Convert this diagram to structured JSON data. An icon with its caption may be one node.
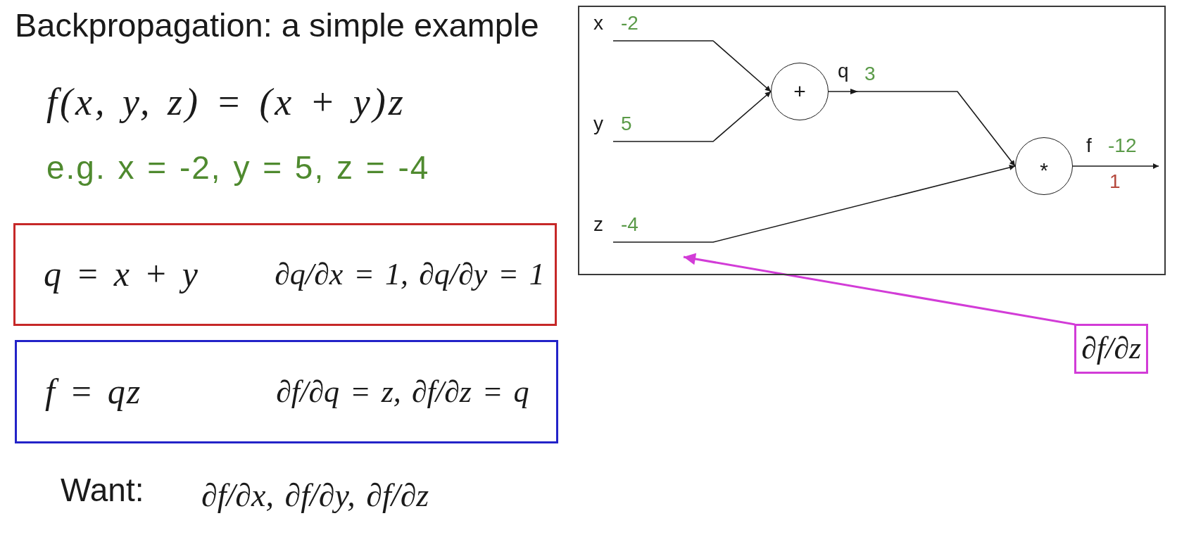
{
  "diagram": {
    "title": "Backpropagation: a simple example",
    "nodes": [
      {
        "text": [
          "q = x + y",
          "∂q/∂x = 1, ∂q/∂y = 1"
        ]
      },
      {
        "text": [
          "f = qz",
          "∂f/∂q = z, ∂f/∂z = q"
        ]
      },
      {
        "text": [],
        "shape": "box"
      },
      {
        "text": [
          "x",
          "-2"
        ],
        "in": 2
      },
      {
        "text": [
          "y",
          "5"
        ],
        "in": 2
      },
      {
        "text": [
          "z",
          "-4"
        ],
        "in": 2
      },
      {
        "text": [
          "+"
        ],
        "in": 2,
        "beside": [
          "q",
          "3"
        ]
      },
      {
        "text": [
          "*"
        ],
        "in": 2,
        "beside": [
          "f",
          "-12",
          "1"
        ]
      },
      {
        "text": [
          "∂f/∂z"
        ]
      }
    ],
    "edges": [
      {
        "from": 3,
        "to": 6,
        "arrow": "to"
      },
      {
        "from": 4,
        "to": 6,
        "arrow": "to"
      },
      {
        "from": 6,
        "to": 7,
        "arrow": "to"
      },
      {
        "from": 5,
        "to": 7,
        "arrow": "to"
      },
      {
        "from": 7,
        "to": null,
        "arrow": "to"
      },
      {
        "from": 8,
        "to": 2,
        "arrow": "to",
        "color": "#d23cd7"
      }
    ],
    "labels": [
      "f(x, y, z) = (x + y)z",
      "e.g. x = -2, y = 5, z = -4",
      "Want:",
      "∂f/∂x, ∂f/∂y, ∂f/∂z"
    ]
  }
}
